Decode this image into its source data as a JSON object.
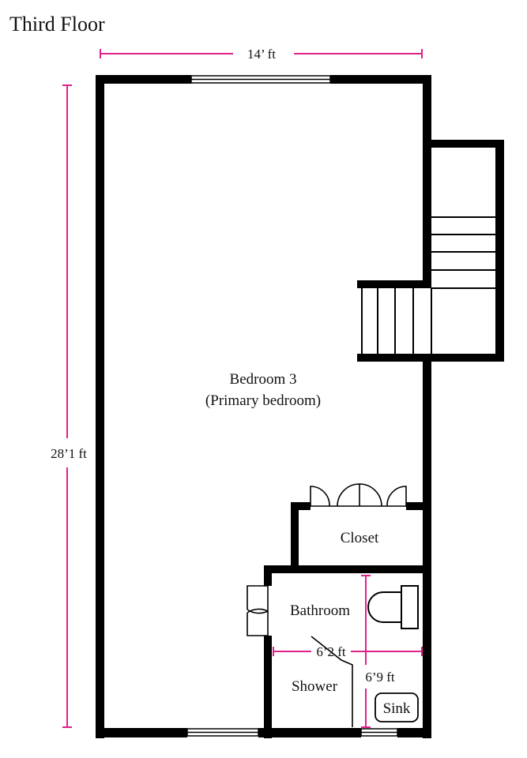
{
  "title": "Third Floor",
  "dimensions": {
    "width": "14’ ft",
    "height": "28’1 ft",
    "bath_width": "6’2 ft",
    "bath_height": "6’9 ft"
  },
  "rooms": {
    "bedroom_line1": "Bedroom 3",
    "bedroom_line2": "(Primary bedroom)",
    "closet": "Closet",
    "bathroom": "Bathroom",
    "shower": "Shower",
    "sink": "Sink"
  },
  "colors": {
    "wall": "#000000",
    "dimension": "#e0218a"
  }
}
